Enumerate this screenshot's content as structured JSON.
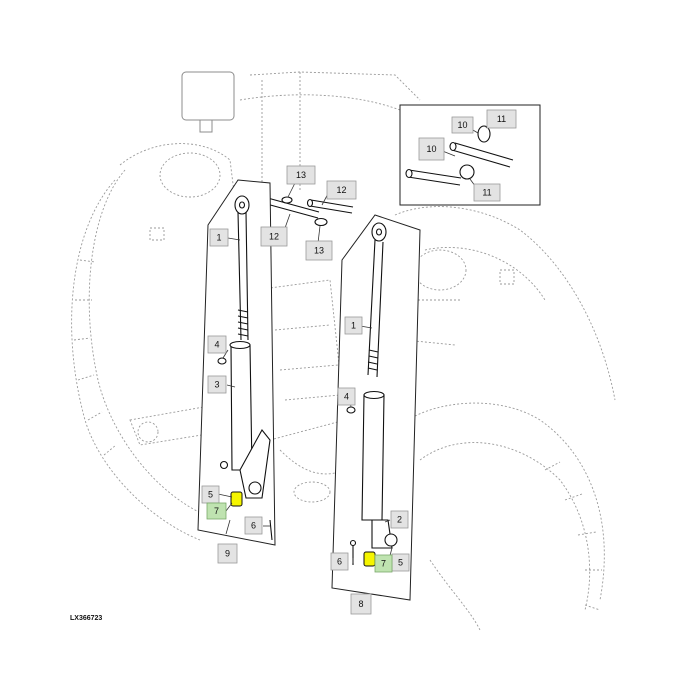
{
  "figure": {
    "code": "LX366723"
  },
  "callouts": [
    {
      "id": "c1a",
      "label": "1"
    },
    {
      "id": "c1b",
      "label": "1"
    },
    {
      "id": "c2",
      "label": "2"
    },
    {
      "id": "c3",
      "label": "3"
    },
    {
      "id": "c4a",
      "label": "4"
    },
    {
      "id": "c4b",
      "label": "4"
    },
    {
      "id": "c5a",
      "label": "5"
    },
    {
      "id": "c5b",
      "label": "5"
    },
    {
      "id": "c6a",
      "label": "6"
    },
    {
      "id": "c6b",
      "label": "6"
    },
    {
      "id": "c7a",
      "label": "7"
    },
    {
      "id": "c7b",
      "label": "7"
    },
    {
      "id": "c8",
      "label": "8"
    },
    {
      "id": "c9",
      "label": "9"
    },
    {
      "id": "c10a",
      "label": "10"
    },
    {
      "id": "c10b",
      "label": "10"
    },
    {
      "id": "c11a",
      "label": "11"
    },
    {
      "id": "c11b",
      "label": "11"
    },
    {
      "id": "c12a",
      "label": "12"
    },
    {
      "id": "c12b",
      "label": "12"
    },
    {
      "id": "c13a",
      "label": "13"
    },
    {
      "id": "c13b",
      "label": "13"
    }
  ],
  "highlight": {
    "color": "#bfe3b0",
    "part_color": "#f5f500",
    "labels": [
      "7"
    ]
  }
}
